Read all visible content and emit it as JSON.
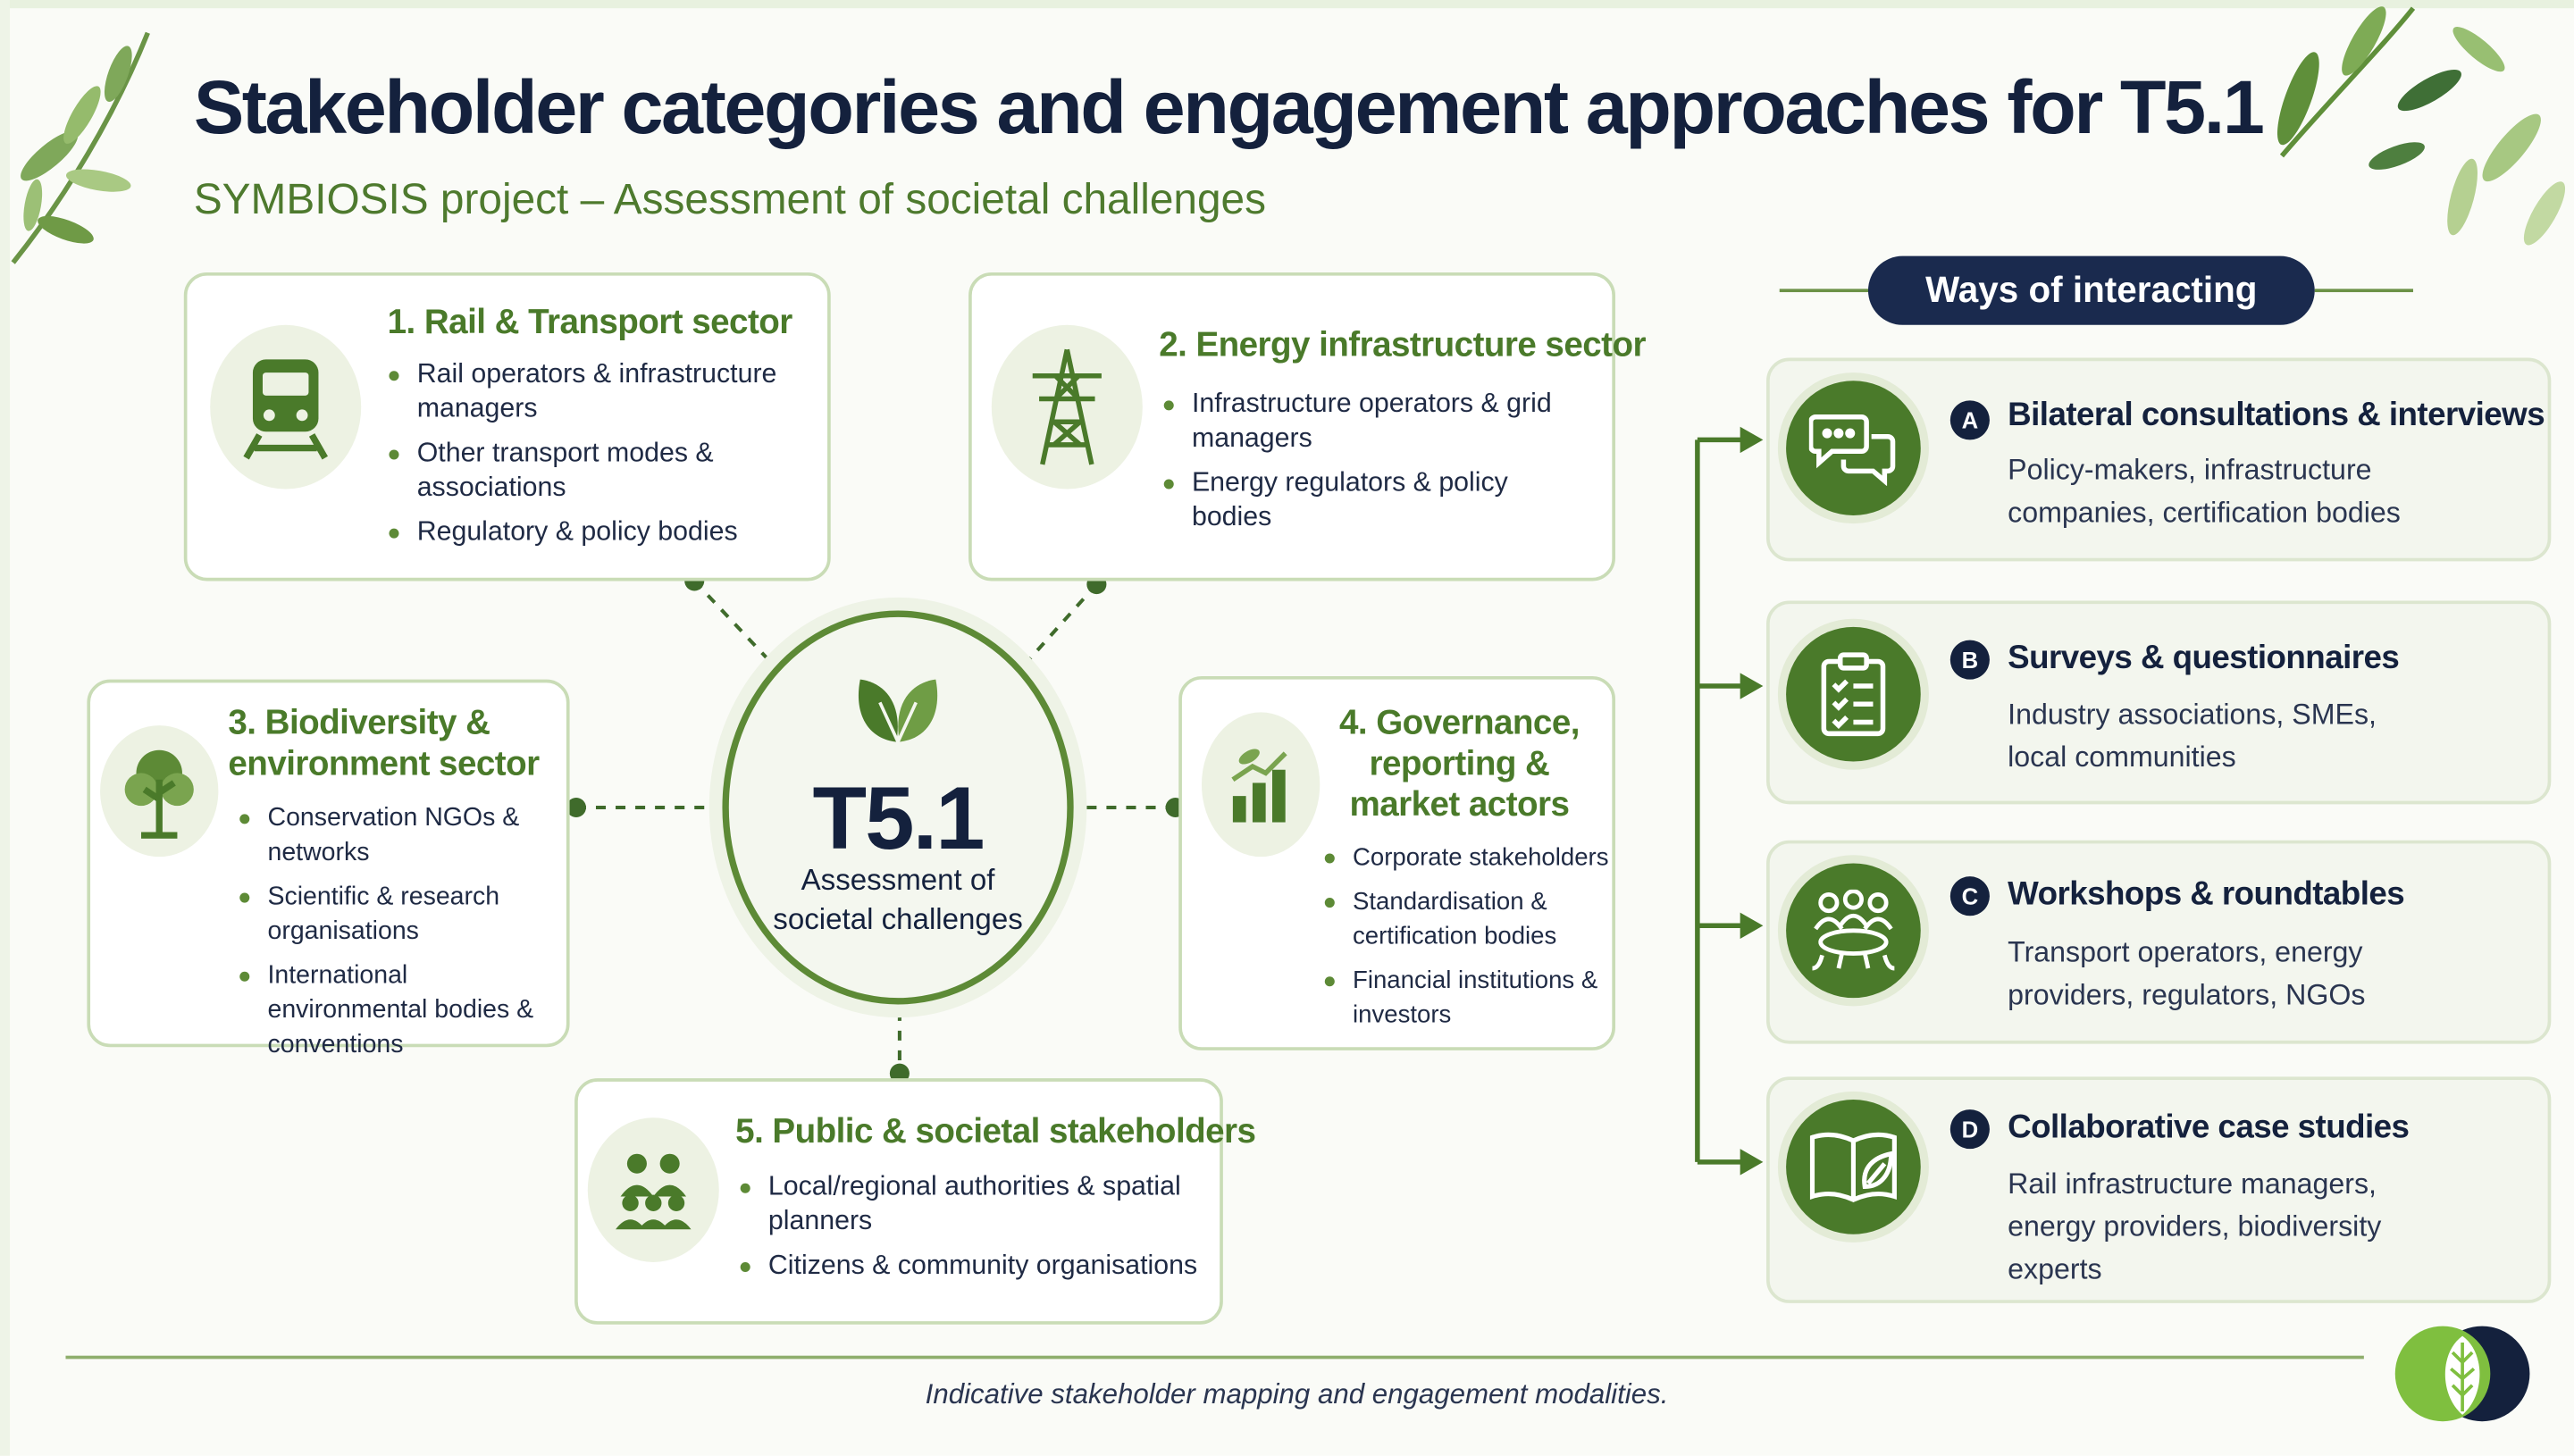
{
  "header": {
    "title": "Stakeholder categories and engagement approaches for T5.1",
    "subtitle": "SYMBIOSIS project – Assessment of societal challenges"
  },
  "center": {
    "code": "T5.1",
    "label_line1": "Assessment of",
    "label_line2": "societal challenges"
  },
  "categories": [
    {
      "title": "1. Rail & Transport sector",
      "icon": "train-icon",
      "items": [
        "Rail operators & infrastructure managers",
        "Other transport modes & associations",
        "Regulatory & policy bodies"
      ]
    },
    {
      "title": "2. Energy infrastructure sector",
      "icon": "power-pylon-icon",
      "items": [
        "Infrastructure operators & grid managers",
        "Energy regulators & policy bodies"
      ]
    },
    {
      "title_line1": "3. Biodiversity &",
      "title_line2": "environment sector",
      "icon": "tree-icon",
      "items": [
        "Conservation NGOs & networks",
        "Scientific & research organisations",
        "International environmental bodies & conventions"
      ]
    },
    {
      "title_line1": "4. Governance,",
      "title_line2": "reporting &",
      "title_line3": "market actors",
      "icon": "growth-chart-icon",
      "items": [
        "Corporate stakeholders",
        "Standardisation & certification bodies",
        "Financial institutions & investors"
      ]
    },
    {
      "title": "5. Public & societal stakeholders",
      "icon": "community-icon",
      "items": [
        "Local/regional authorities & spatial planners",
        "Citizens & community organisations"
      ]
    }
  ],
  "ways": {
    "heading": "Ways of interacting",
    "items": [
      {
        "letter": "A",
        "title": "Bilateral consultations & interviews",
        "desc_line1": "Policy-makers, infrastructure",
        "desc_line2": "companies, certification bodies",
        "icon": "chat-bubbles-icon"
      },
      {
        "letter": "B",
        "title": "Surveys & questionnaires",
        "desc_line1": "Industry associations, SMEs,",
        "desc_line2": "local communities",
        "icon": "clipboard-checklist-icon"
      },
      {
        "letter": "C",
        "title": "Workshops & roundtables",
        "desc_line1": "Transport operators, energy",
        "desc_line2": "providers, regulators, NGOs",
        "icon": "roundtable-icon"
      },
      {
        "letter": "D",
        "title": "Collaborative case studies",
        "desc_line1": "Rail infrastructure managers,",
        "desc_line2": "energy providers, biodiversity",
        "desc_line3": "experts",
        "icon": "open-book-leaf-icon"
      }
    ]
  },
  "footer": {
    "caption": "Indicative stakeholder mapping and engagement modalities."
  },
  "colors": {
    "navy": "#14213d",
    "green": "#4a7a2a",
    "light_green": "#edf2e3",
    "border_green": "#c9dcb6"
  }
}
